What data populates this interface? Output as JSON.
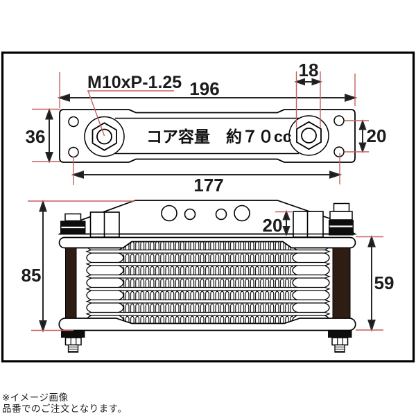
{
  "colors": {
    "red_guide": "#c75f5c",
    "dim_line": "#262626",
    "outline": "#000000",
    "side_plate": "#2e1d12"
  },
  "top_view": {
    "thread_label": "M10xP-1.25",
    "core_capacity": "コア容量　約７０cc",
    "dim_overall_width": "196",
    "dim_fitting_flats": "18",
    "dim_plate_height": "36",
    "dim_hole_pitch_vertical": "20",
    "dim_hole_pitch_horizontal": "177"
  },
  "front_view": {
    "dim_overall_height": "85",
    "dim_bracket_offset": "20",
    "dim_core_height": "59"
  },
  "footer": {
    "note_line1": "※イメージ画像",
    "note_line2": "品番でのご注文となります。"
  }
}
